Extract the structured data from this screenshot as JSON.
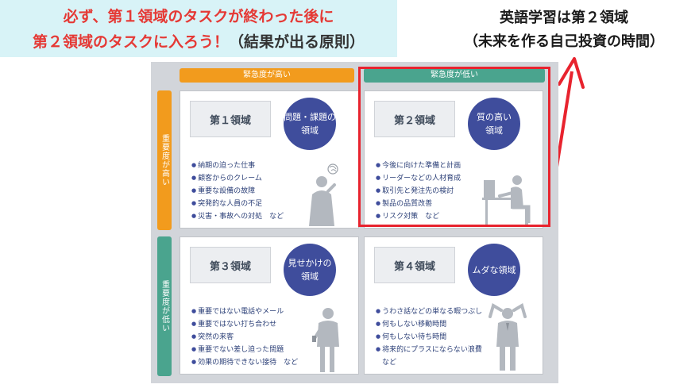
{
  "banner": {
    "line1": "必ず、第１領域のタスクが終わった後に",
    "line2_red": "第２領域のタスクに入ろう！",
    "line2_dark": "（結果が出る原則）"
  },
  "note": {
    "line1": "英語学習は第２領域",
    "line2": "（未来を作る自己投資の時間）"
  },
  "matrix": {
    "col_urgent": "緊急度が高い",
    "col_not_urgent": "緊急度が低い",
    "row_important": "重要度が高い",
    "row_not_important": "重要度が低い",
    "quadrants": [
      {
        "label": "第１領域",
        "circle": [
          "問題・課題の",
          "領域"
        ],
        "items": [
          "納期の迫った仕事",
          "顧客からのクレーム",
          "重要な設備の故障",
          "突発的な人員の不足",
          "災害・事故への対処　など"
        ]
      },
      {
        "label": "第２領域",
        "circle": [
          "質の高い",
          "領域"
        ],
        "items": [
          "今後に向けた準備と計画",
          "リーダーなどの人材育成",
          "取引先と発注先の検討",
          "製品の品質改善",
          "リスク対策　など"
        ]
      },
      {
        "label": "第３領域",
        "circle": [
          "見せかけの",
          "領域"
        ],
        "items": [
          "重要ではない電話やメール",
          "重要ではない打ち合わせ",
          "突然の来客",
          "重要でない差し迫った問題",
          "効果の期待できない接待　など"
        ]
      },
      {
        "label": "第４領域",
        "circle": [
          "ムダな領域"
        ],
        "items": [
          "うわさ話などの単なる暇つぶし",
          "何もしない移動時間",
          "何もしない待ち時間",
          "将来的にプラスにならない浪費"
        ],
        "items_tail": "など"
      }
    ]
  },
  "colors": {
    "urgent_orange": "#f29b1d",
    "calm_green": "#4aa48e",
    "circle_navy": "#3f4d9c",
    "highlight_red": "#e8232e",
    "banner_bg": "#d8f3f7"
  }
}
